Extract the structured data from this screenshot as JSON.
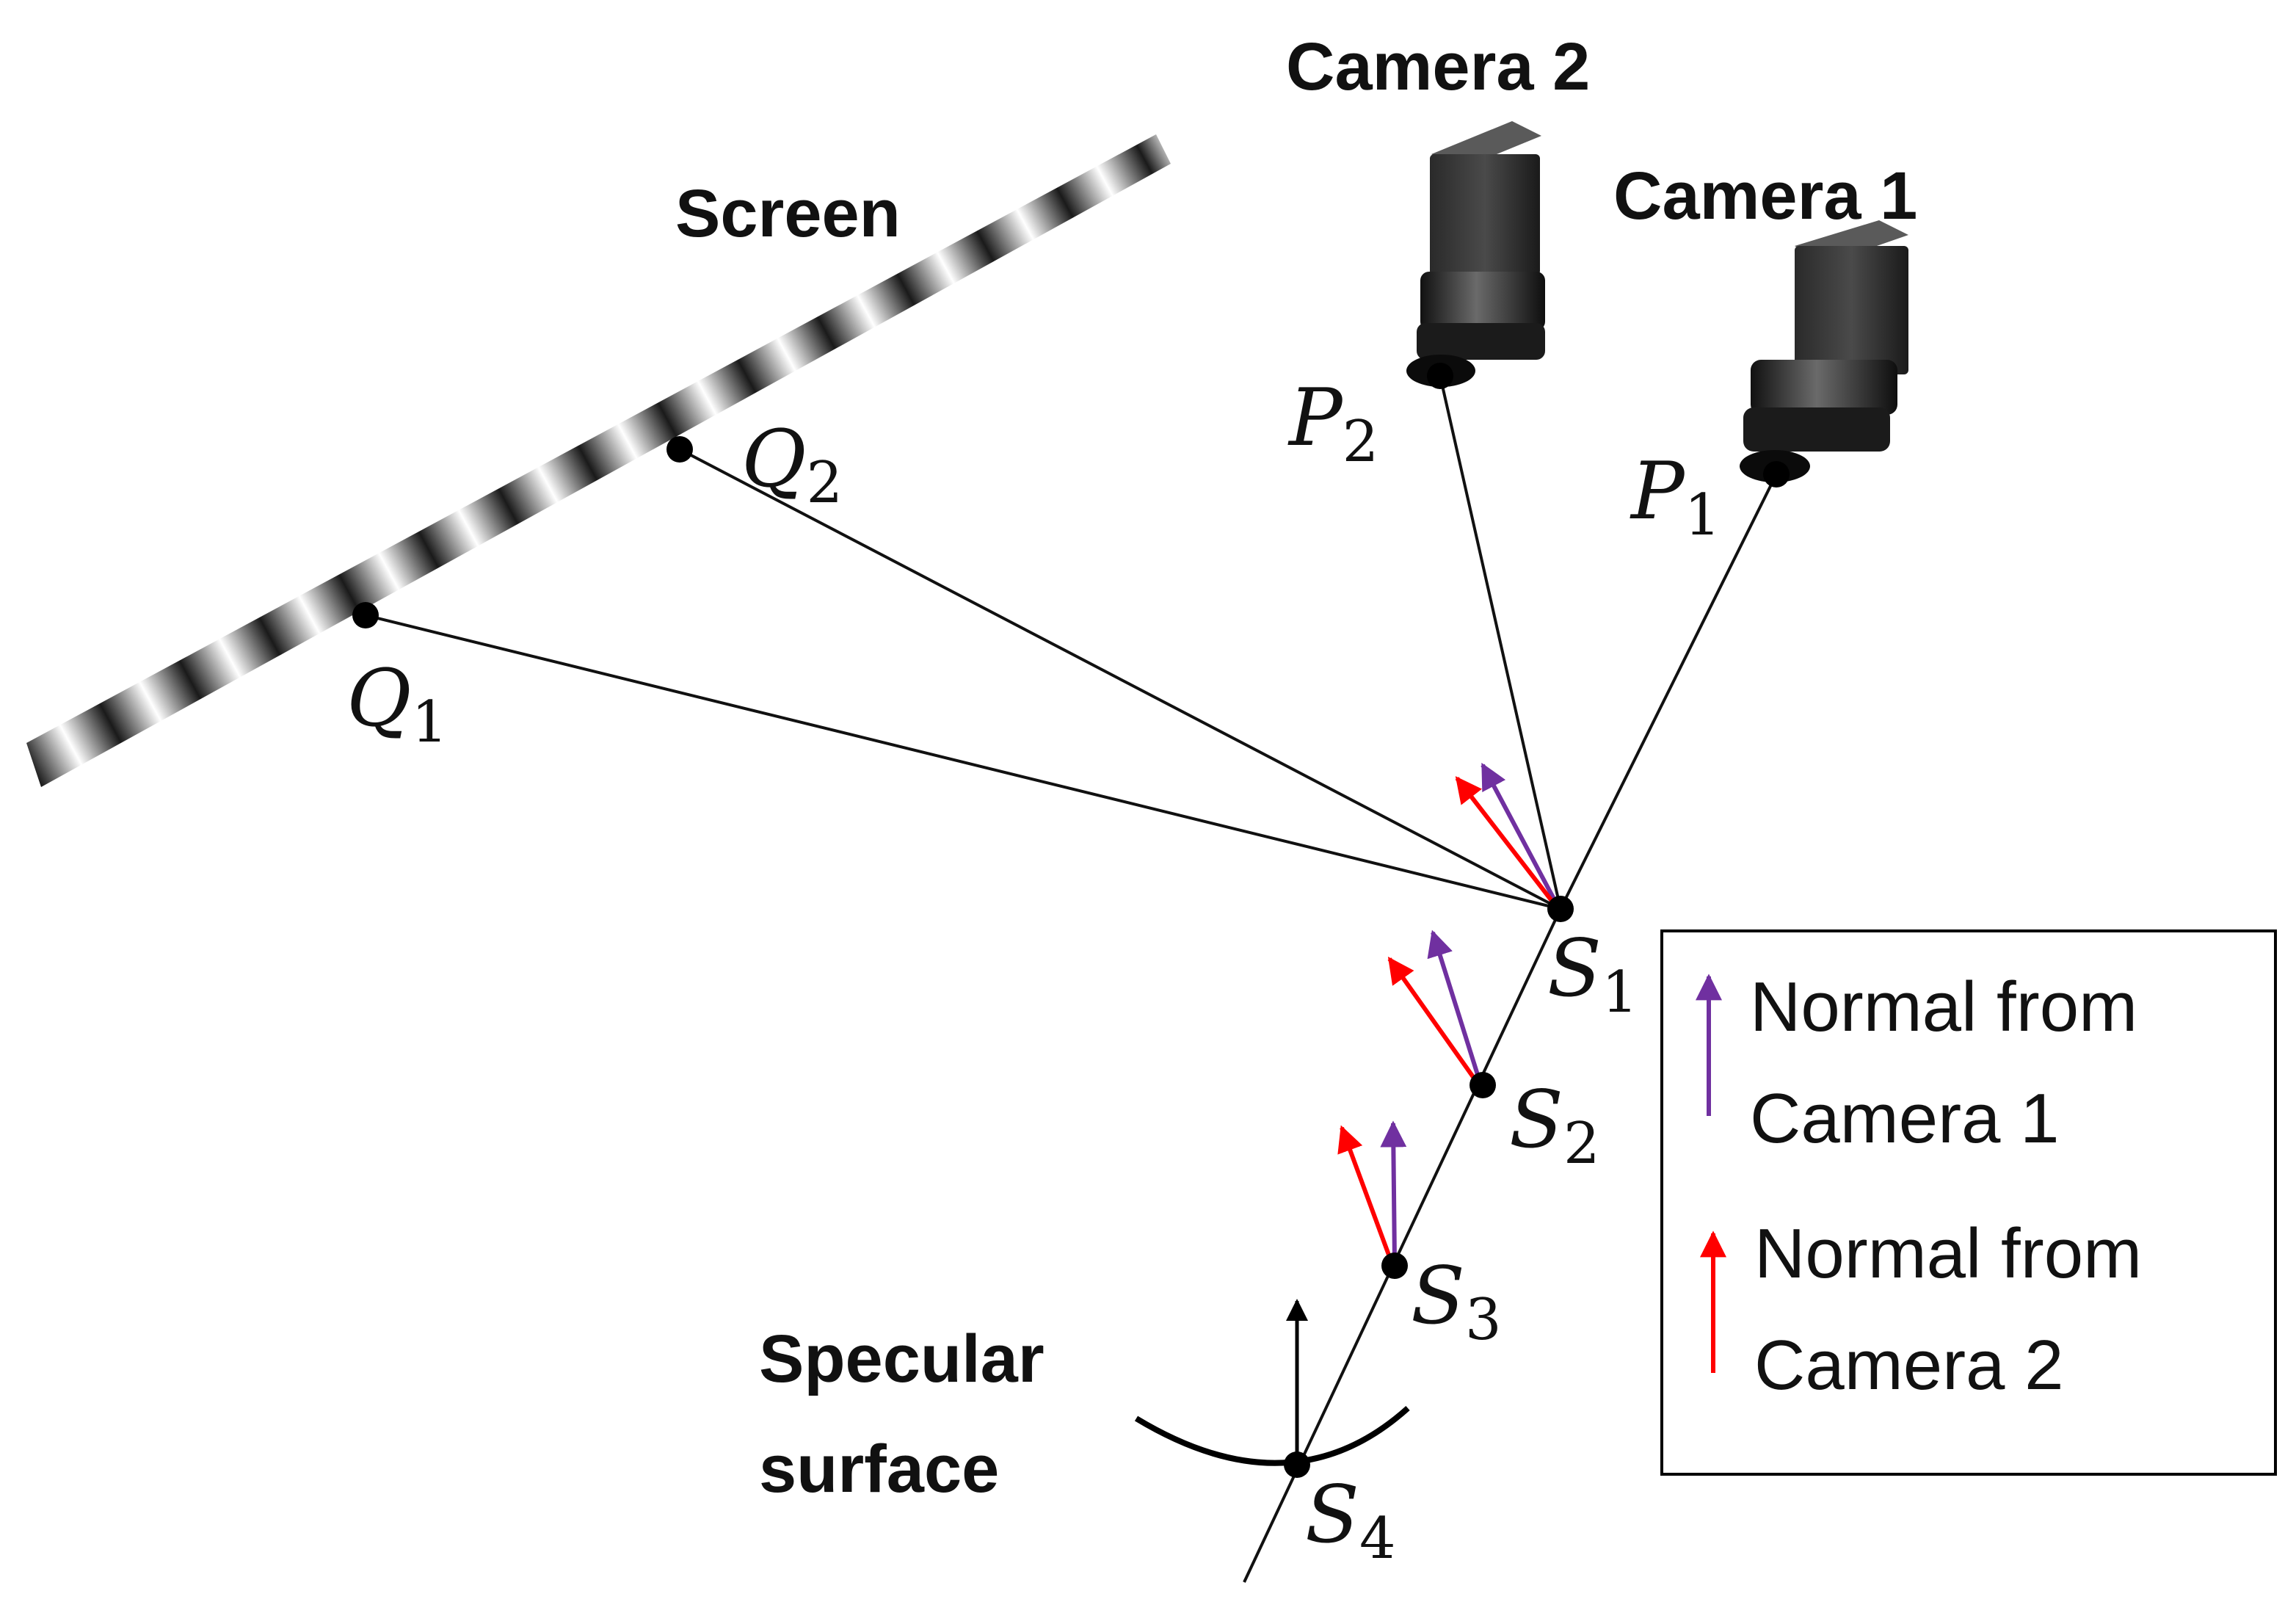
{
  "labels": {
    "screen": "Screen",
    "camera1": "Camera 1",
    "camera2": "Camera 2",
    "specular_line1": "Specular",
    "specular_line2": "surface"
  },
  "points": {
    "q1": {
      "base": "Q",
      "sub": "1"
    },
    "q2": {
      "base": "Q",
      "sub": "2"
    },
    "p1": {
      "base": "P",
      "sub": "1"
    },
    "p2": {
      "base": "P",
      "sub": "2"
    },
    "s1": {
      "base": "S",
      "sub": "1"
    },
    "s2": {
      "base": "S",
      "sub": "2"
    },
    "s3": {
      "base": "S",
      "sub": "3"
    },
    "s4": {
      "base": "S",
      "sub": "4"
    }
  },
  "legend": {
    "item1": {
      "line1": "Normal from",
      "line2": "Camera 1",
      "color": "#7030a0"
    },
    "item2": {
      "line1": "Normal from",
      "line2": "Camera 2",
      "color": "#ff0000"
    }
  },
  "colors": {
    "normal_camera1": "#7030a0",
    "normal_camera2": "#ff0000",
    "normal_surface": "#000000"
  }
}
